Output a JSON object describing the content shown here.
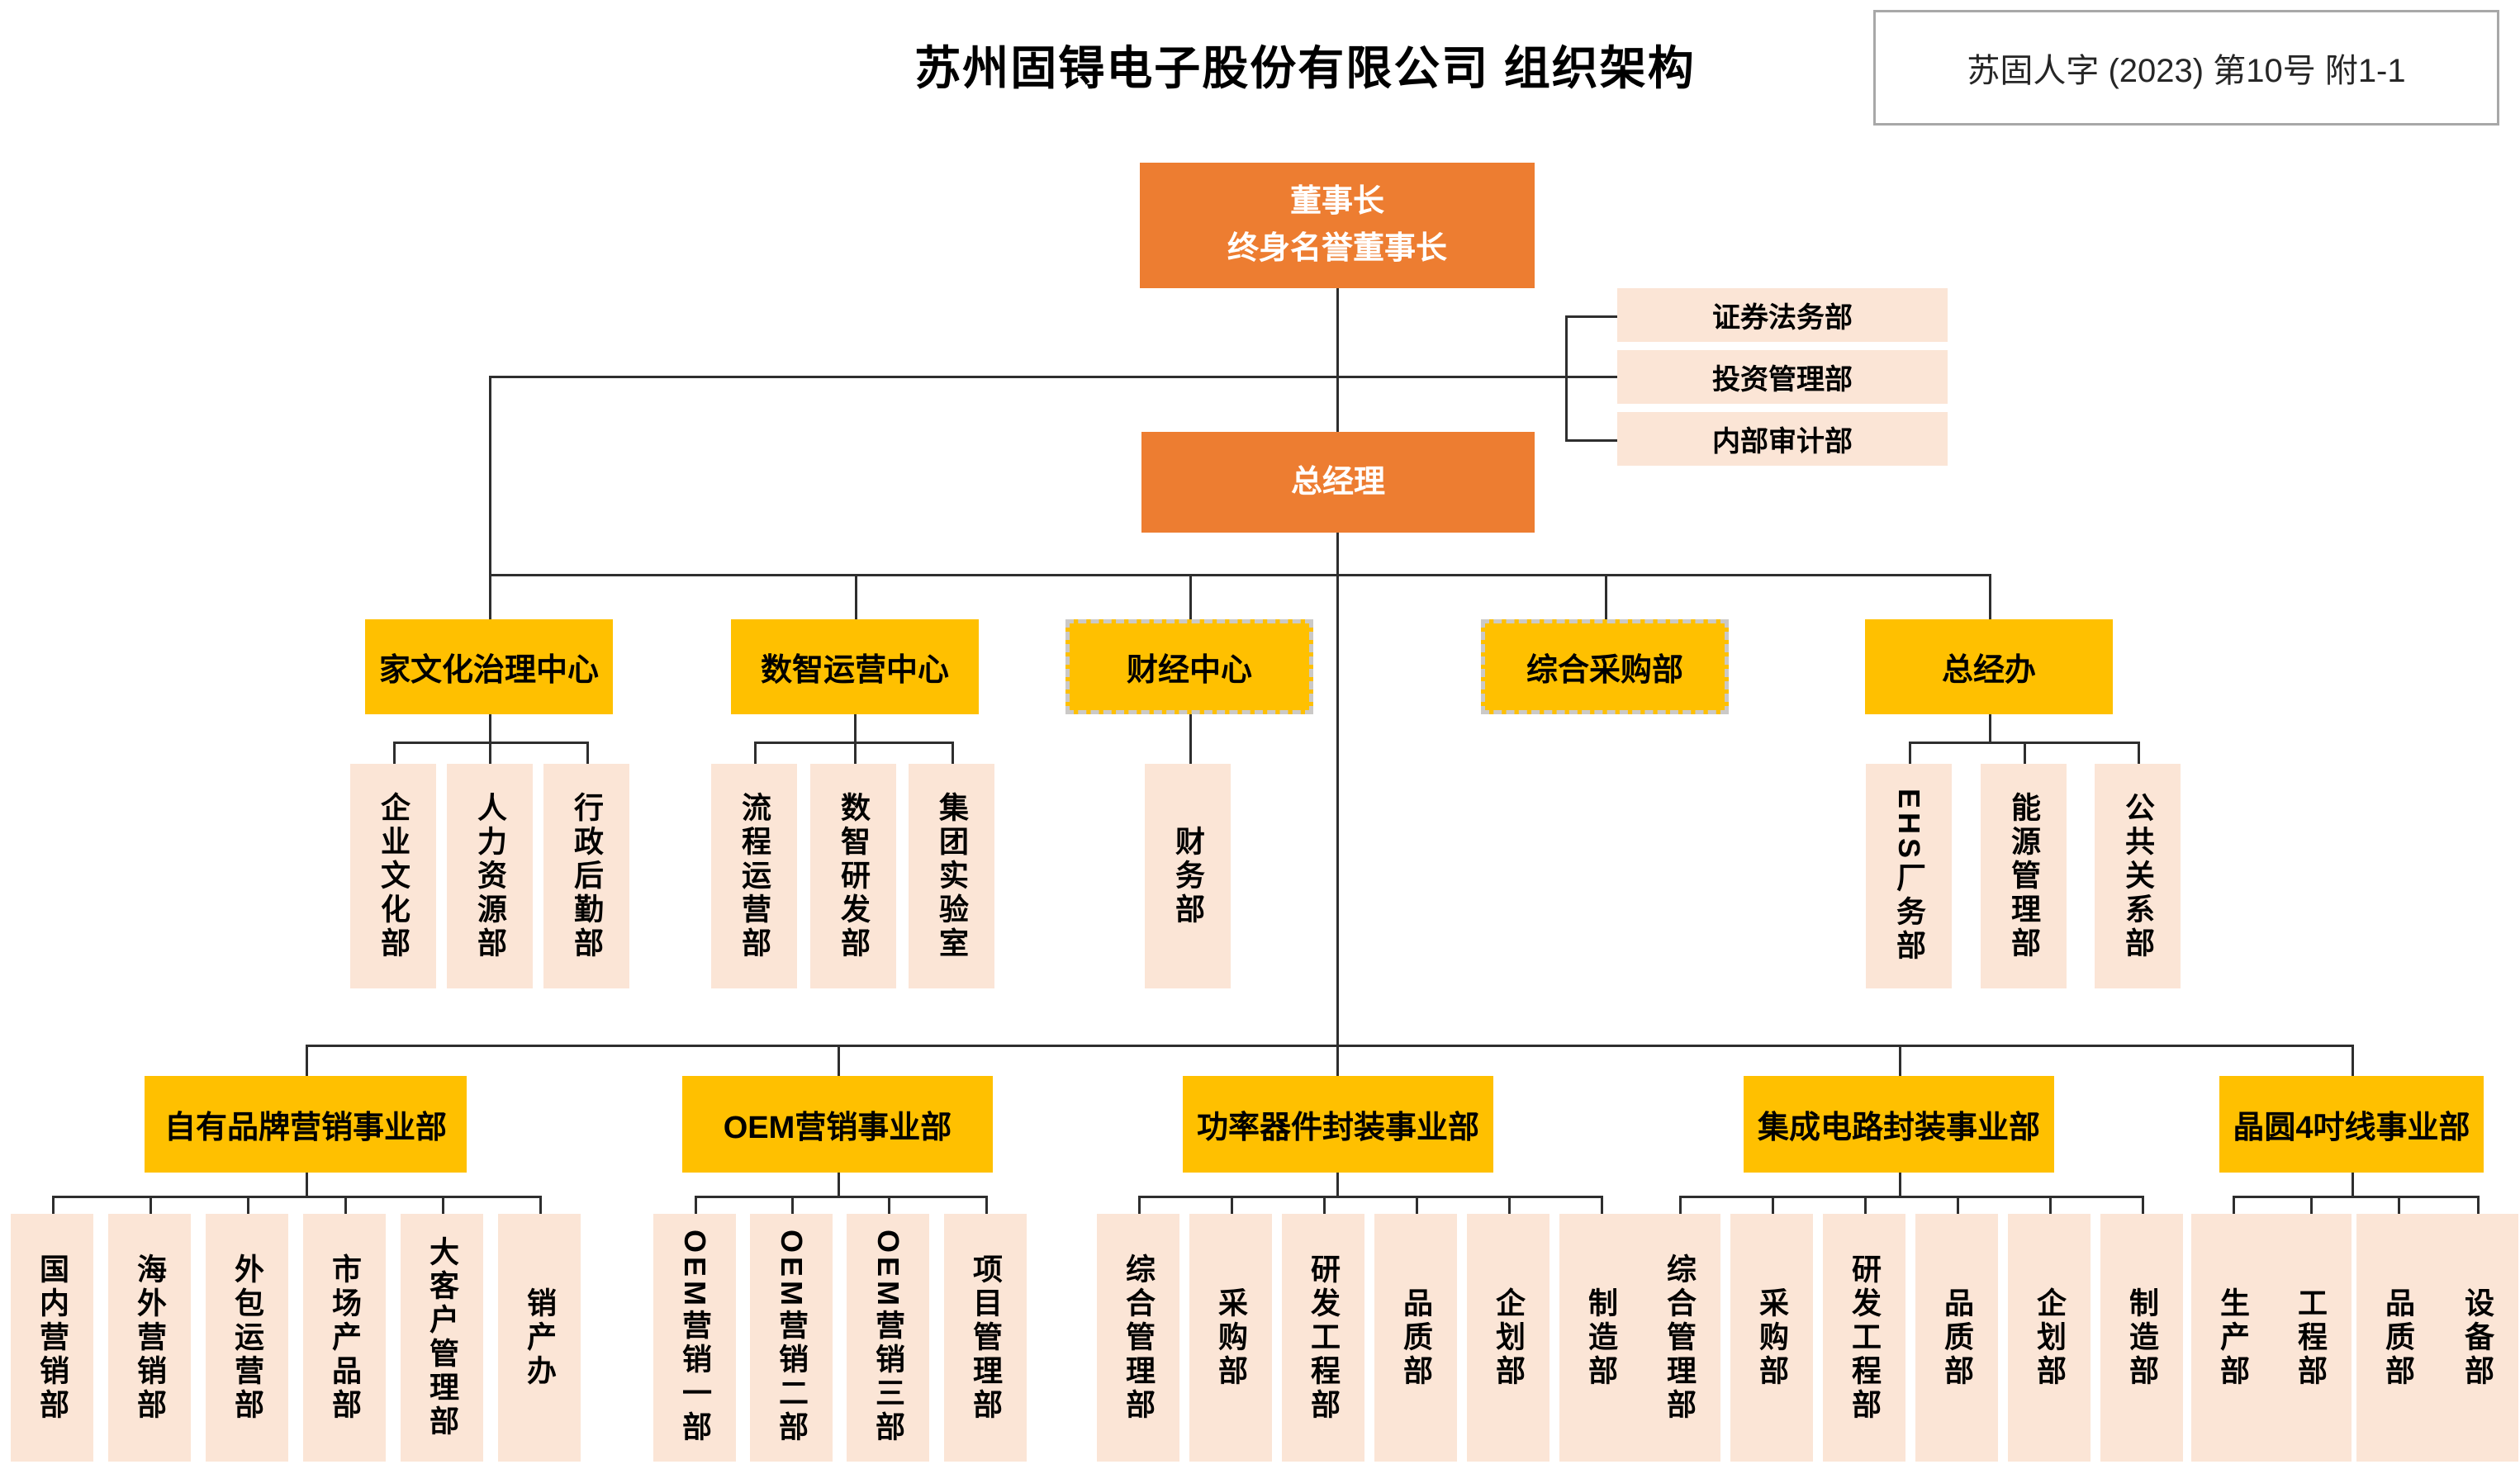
{
  "title": "苏州固锝电子股份有限公司 组织架构",
  "ref_label": "苏固人字 (2023) 第10号 附1-1",
  "colors": {
    "orange": "#ED7D31",
    "yellow": "#FFC000",
    "peach": "#FBE5D6",
    "line": "#2e2e2e"
  },
  "chairman": {
    "line1": "董事长",
    "line2": "终身名誉董事长"
  },
  "gm_label": "总经理",
  "staff_depts": [
    "证券法务部",
    "投资管理部",
    "内部审计部"
  ],
  "centers": [
    {
      "label": "家文化治理中心",
      "dashed": false,
      "children": [
        "企业文化部",
        "人力资源部",
        "行政后勤部"
      ]
    },
    {
      "label": "数智运营中心",
      "dashed": false,
      "children": [
        "流程运营部",
        "数智研发部",
        "集团实验室"
      ]
    },
    {
      "label": "财经中心",
      "dashed": true,
      "children": [
        "财务部"
      ]
    },
    {
      "label": "综合采购部",
      "dashed": true,
      "children": []
    },
    {
      "label": "总经办",
      "dashed": false,
      "children": [
        "EHS厂务部",
        "能源管理部",
        "公共关系部"
      ]
    }
  ],
  "divisions": [
    {
      "label": "自有品牌营销事业部",
      "children": [
        "国内营销部",
        "海外营销部",
        "外包运营部",
        "市场产品部",
        "大客户管理部",
        "销产办"
      ]
    },
    {
      "label": "OEM营销事业部",
      "children": [
        "OEM营销一部",
        "OEM营销二部",
        "OEM营销三部",
        "项目管理部"
      ]
    },
    {
      "label": "功率器件封装事业部",
      "children": [
        "综合管理部",
        "采购部",
        "研发工程部",
        "品质部",
        "企划部",
        "制造部"
      ]
    },
    {
      "label": "集成电路封装事业部",
      "children": [
        "综合管理部",
        "采购部",
        "研发工程部",
        "品质部",
        "企划部",
        "制造部"
      ]
    },
    {
      "label": "晶圆4吋线事业部",
      "children": [
        "生产部",
        "工程部",
        "品质部",
        "设备部"
      ]
    }
  ]
}
